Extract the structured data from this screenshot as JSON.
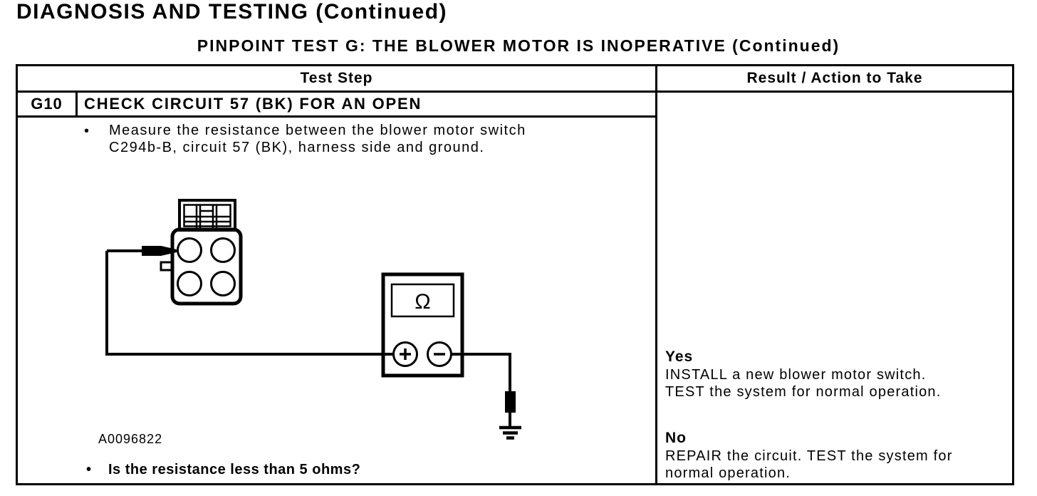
{
  "page": {
    "title": "DIAGNOSIS AND TESTING (Continued)",
    "subtitle": "PINPOINT TEST G: THE BLOWER MOTOR IS INOPERATIVE (Continued)"
  },
  "table": {
    "headers": {
      "test_step": "Test Step",
      "result": "Result / Action to Take"
    },
    "step": {
      "id": "G10",
      "title": "CHECK CIRCUIT 57 (BK) FOR AN OPEN",
      "bullet": "•",
      "instruction_lines": [
        "Measure the resistance between the blower motor switch",
        "C294b-B, circuit 57 (BK), harness side and ground."
      ],
      "question": "Is the resistance less than 5 ohms?"
    },
    "result": {
      "yes_label": "Yes",
      "yes_action_lines": [
        "INSTALL a new blower motor switch.",
        "TEST the system for normal operation."
      ],
      "no_label": "No",
      "no_action_lines": [
        "REPAIR the circuit. TEST the system for",
        "normal operation."
      ]
    }
  },
  "diagram": {
    "figure_id": "A0096822",
    "meter_display_symbol": "Ω",
    "meter_positive_label": "+",
    "meter_negative_label": "−",
    "colors": {
      "line": "#000000",
      "background": "#ffffff"
    }
  }
}
